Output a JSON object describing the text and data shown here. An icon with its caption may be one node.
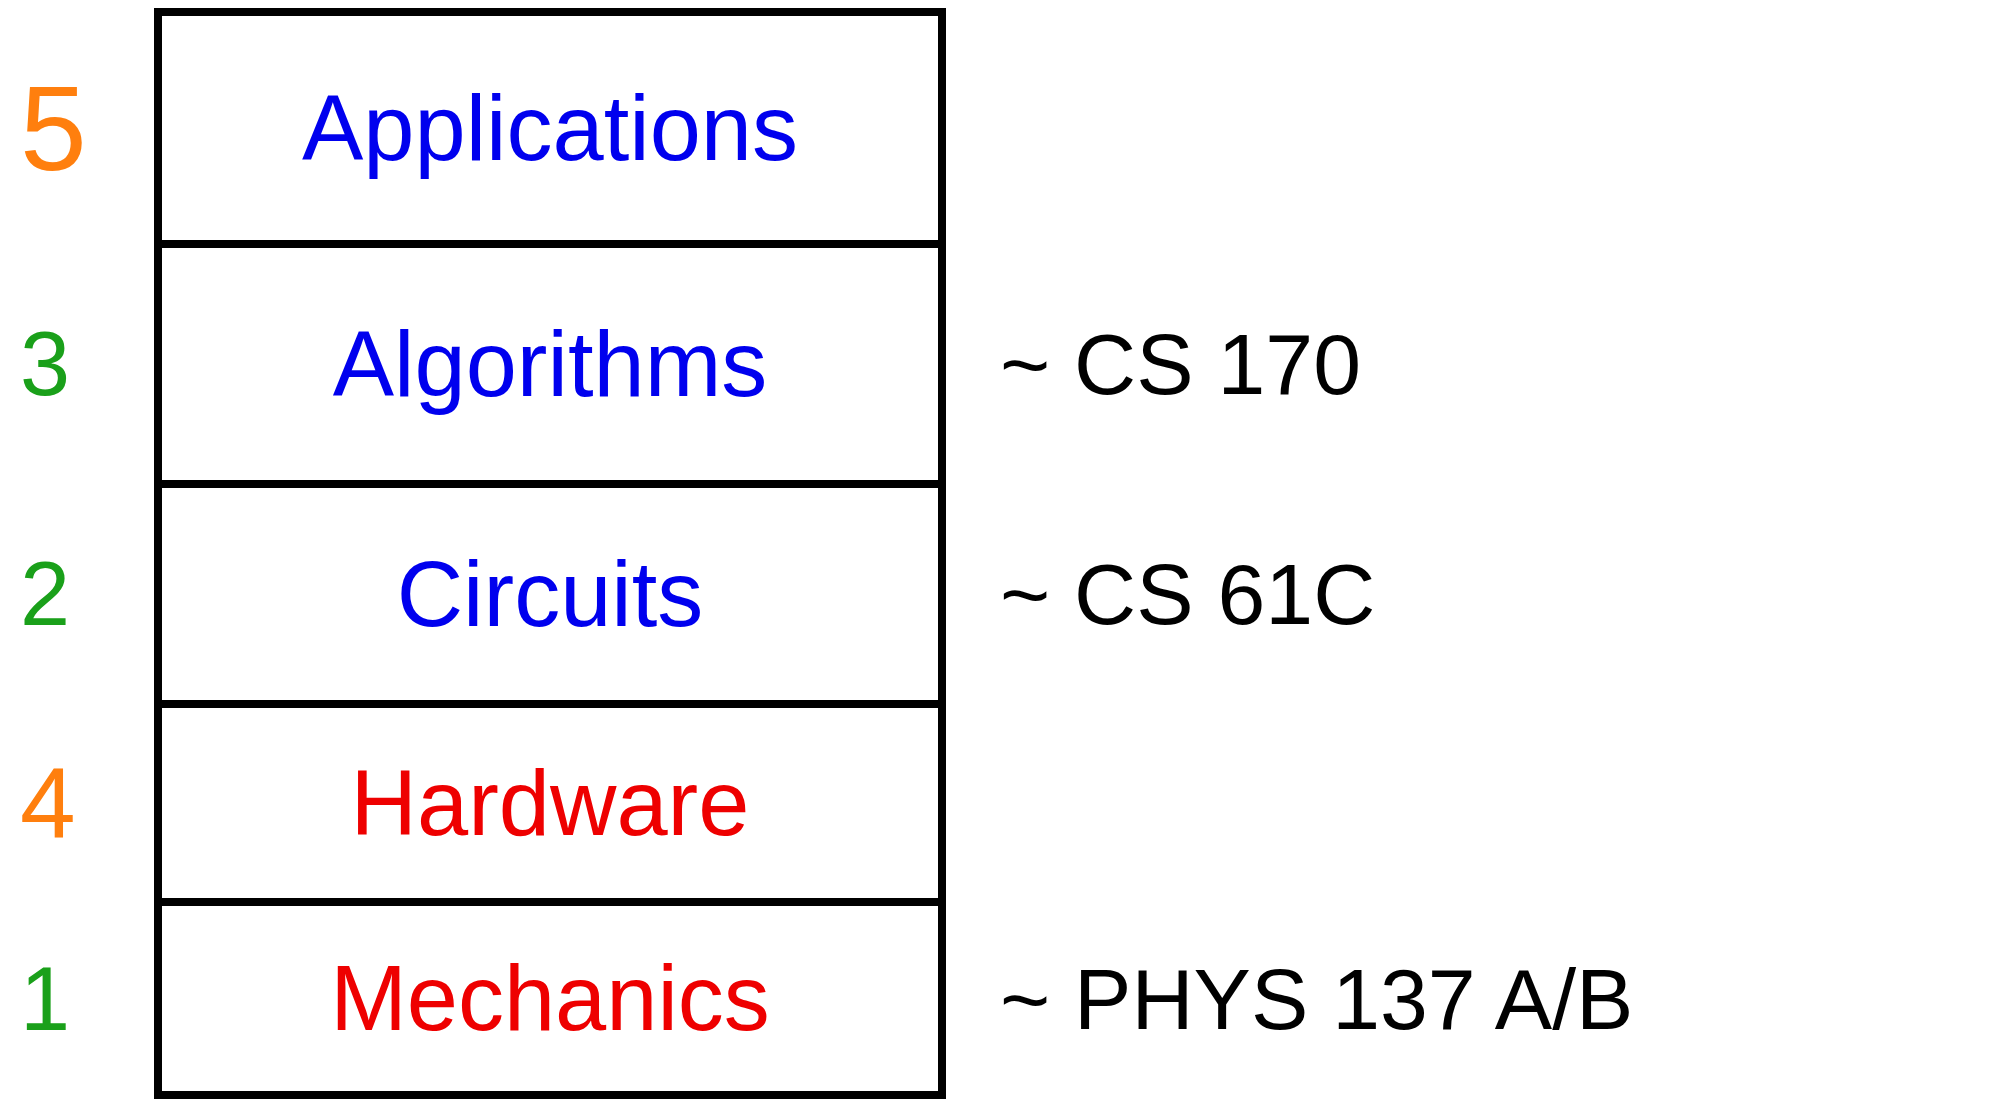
{
  "diagram": {
    "nodes": [
      {
        "text": [
          "Applications"
        ],
        "beside": [
          "5"
        ]
      },
      {
        "text": [
          "Algorithms"
        ],
        "beside": [
          "3",
          "~ CS 170"
        ]
      },
      {
        "text": [
          "Circuits"
        ],
        "beside": [
          "2",
          "~ CS 61C"
        ]
      },
      {
        "text": [
          "Hardware"
        ],
        "beside": [
          "4"
        ]
      },
      {
        "text": [
          "Mechanics"
        ],
        "beside": [
          "1",
          "~ PHYS 137 A/B"
        ]
      }
    ]
  }
}
